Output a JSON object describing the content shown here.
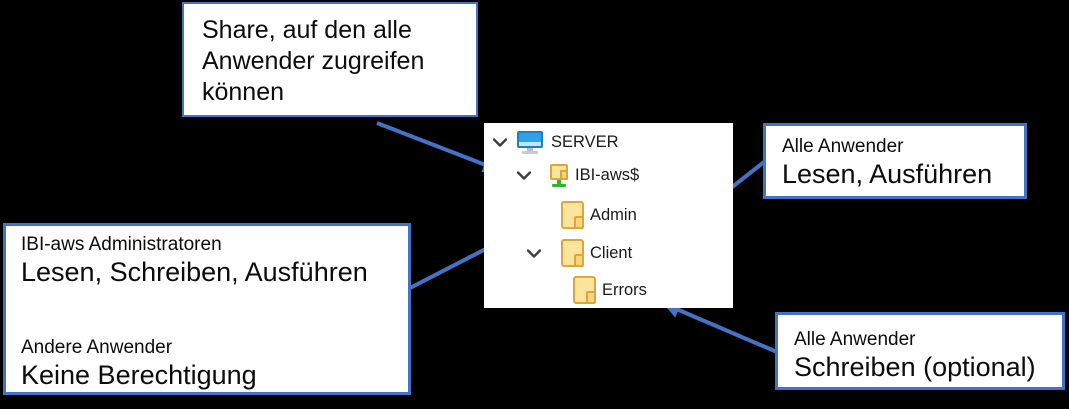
{
  "colors": {
    "background": "#000000",
    "accent_blue": "#4472C4",
    "panel_white": "#FFFFFF",
    "folder_fill": "#FBE49B",
    "folder_border": "#DFA53C",
    "share_green": "#2FB52F",
    "monitor_blue": "#2FA3E8",
    "text": "#0C0C0C"
  },
  "callouts": {
    "share": {
      "lines": [
        "Share, auf den alle",
        "Anwender zugreifen",
        "können"
      ]
    },
    "admin_permissions": {
      "sections": [
        {
          "group": "IBI-aws Administratoren",
          "permission": "Lesen, Schreiben, Ausführen"
        },
        {
          "group": "Andere Anwender",
          "permission": "Keine Berechtigung"
        }
      ]
    },
    "client_permissions": {
      "group": "Alle Anwender",
      "permission": "Lesen, Ausführen"
    },
    "errors_permissions": {
      "group": "Alle Anwender",
      "permission": "Schreiben (optional)"
    }
  },
  "tree": {
    "expander_icon": "chevron-down-icon",
    "items": [
      {
        "label": "SERVER",
        "icon": "computer-icon",
        "expanded": true
      },
      {
        "label": "IBI-aws$",
        "icon": "shared-folder-icon",
        "expanded": true
      },
      {
        "label": "Admin",
        "icon": "folder-icon",
        "expanded": false
      },
      {
        "label": "Client",
        "icon": "folder-icon",
        "expanded": true
      },
      {
        "label": "Errors",
        "icon": "folder-icon",
        "expanded": false
      }
    ]
  }
}
